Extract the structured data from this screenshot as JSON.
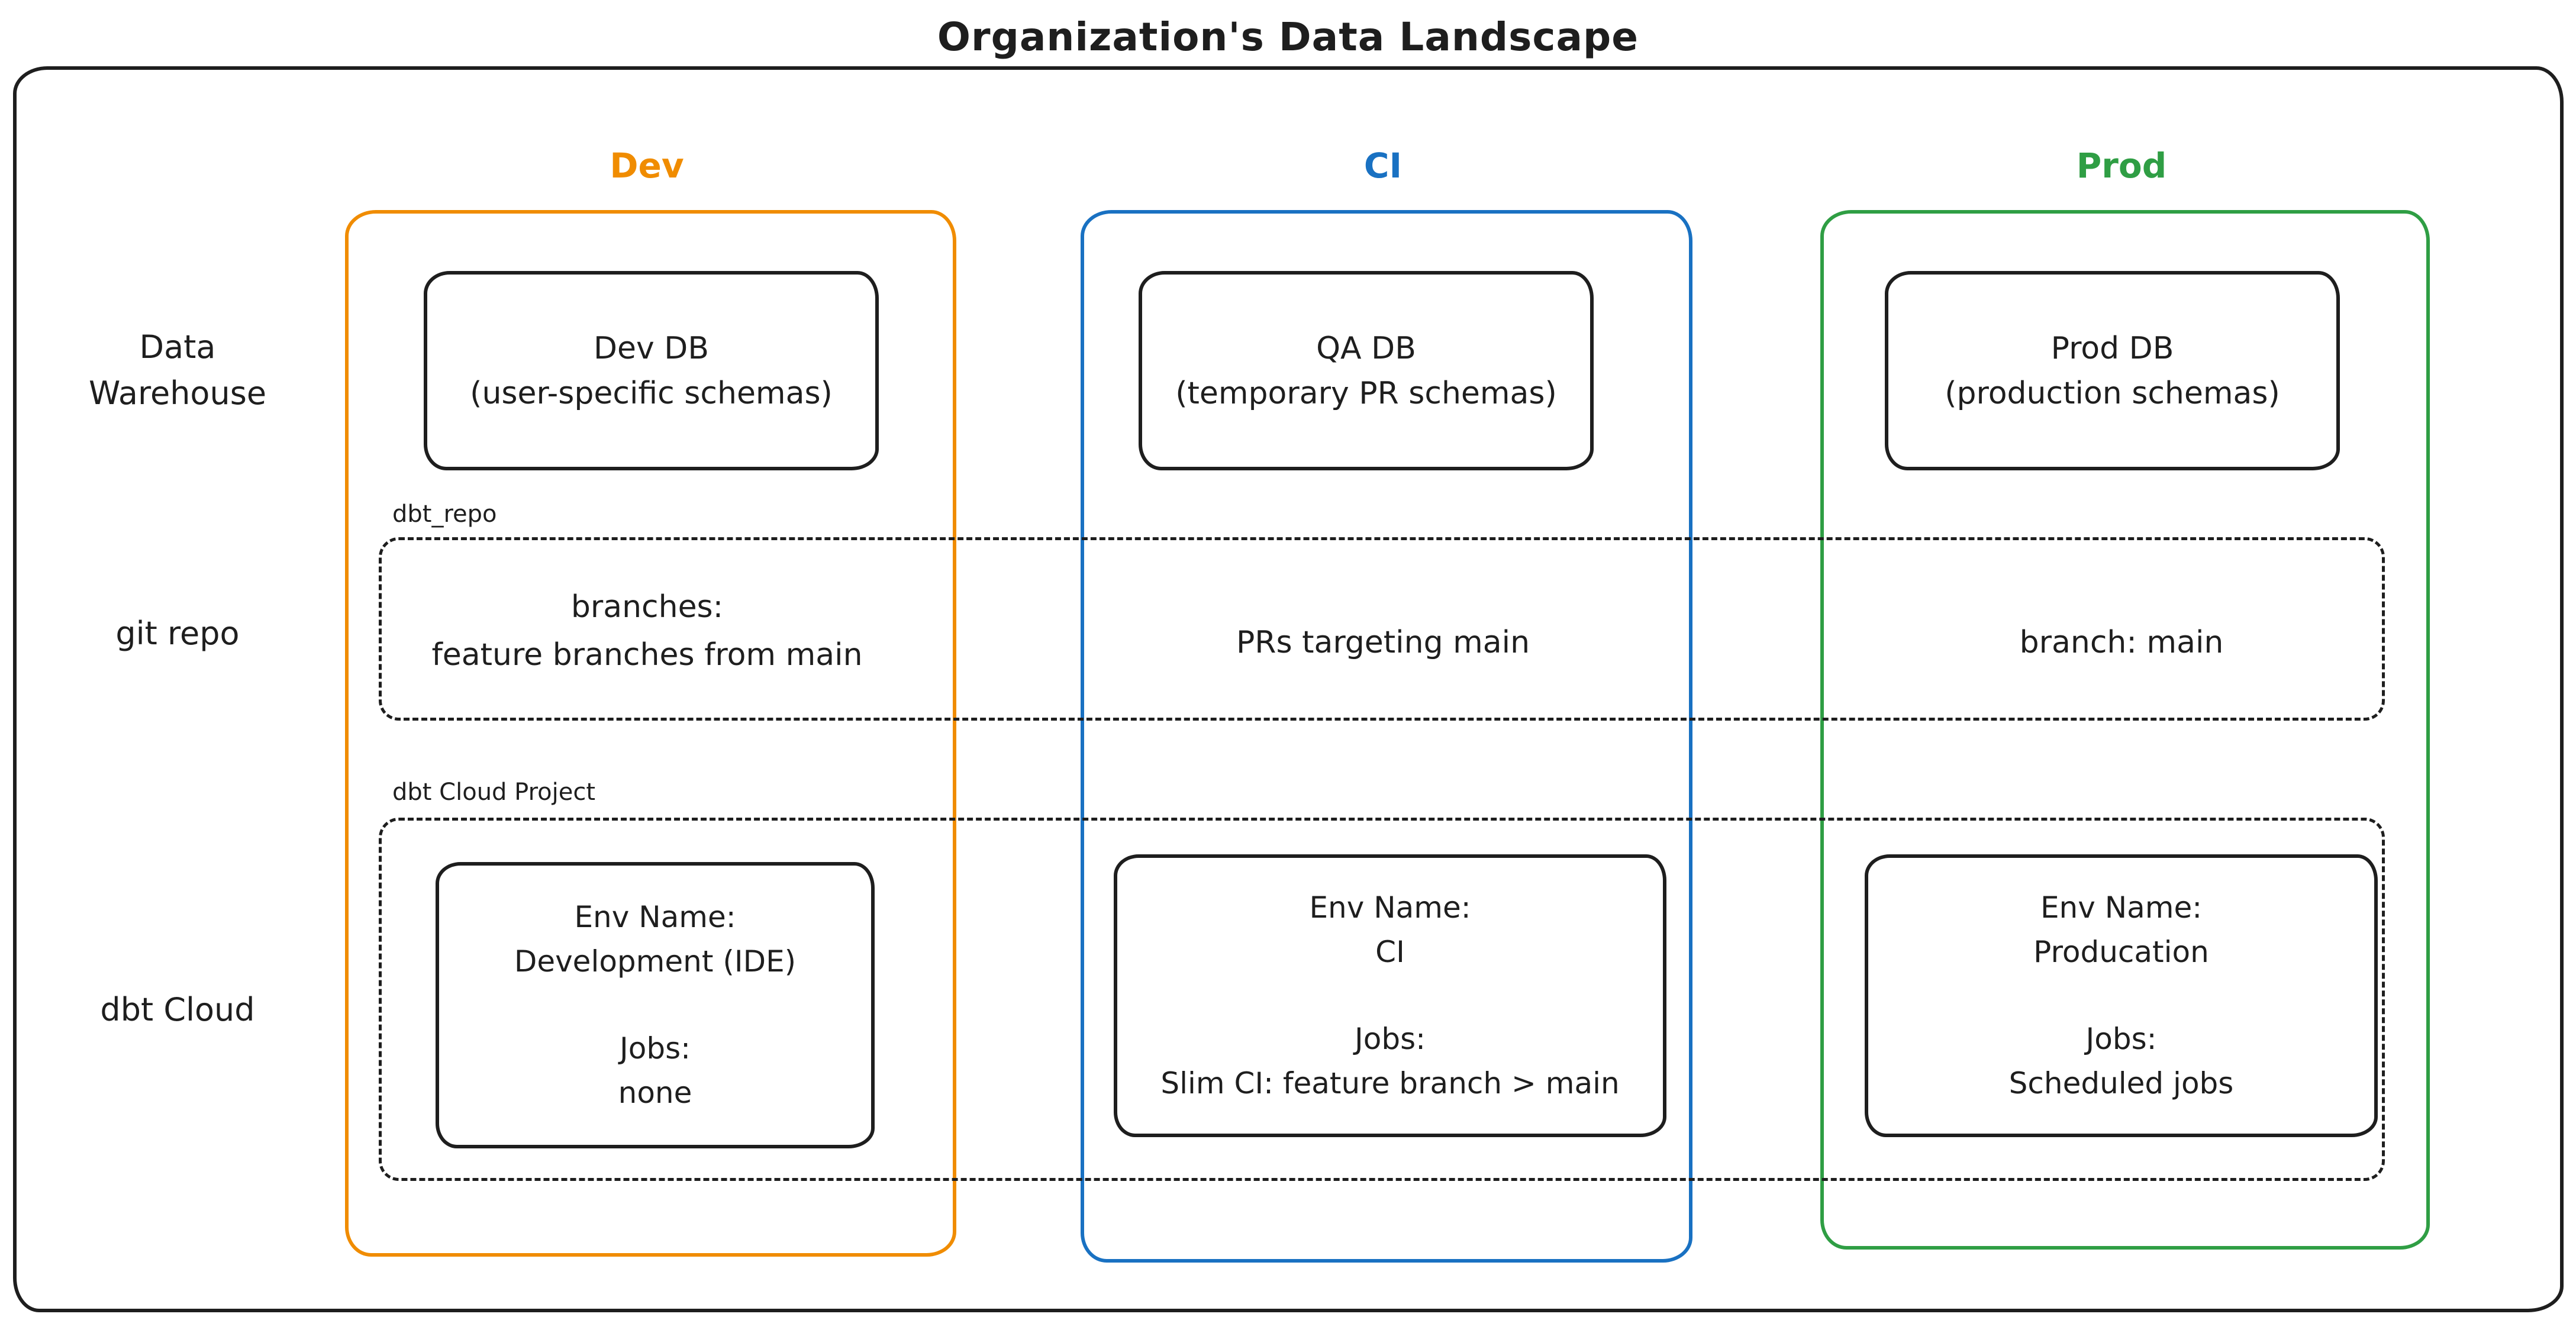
{
  "title": "Organization's Data Landscape",
  "ink_color": "#1e1e1e",
  "row_labels": [
    {
      "id": "data-warehouse",
      "label": "Data\nWarehouse"
    },
    {
      "id": "git-repo",
      "label": "git repo"
    },
    {
      "id": "dbt-cloud",
      "label": "dbt Cloud"
    }
  ],
  "overlays": {
    "git_repo_box_label": "dbt_repo",
    "dbt_cloud_box_label": "dbt Cloud Project"
  },
  "columns": [
    {
      "id": "dev",
      "header": "Dev",
      "color": "#f08c00",
      "db_box": {
        "title": "Dev DB",
        "subtitle": "(user-specific schemas)"
      },
      "git_text": "branches:\nfeature branches from main",
      "env_box": {
        "env_label": "Env Name:",
        "env_name": "Development (IDE)",
        "jobs_label": "Jobs:",
        "jobs_value": "none"
      }
    },
    {
      "id": "ci",
      "header": "CI",
      "color": "#1971c2",
      "db_box": {
        "title": "QA DB",
        "subtitle": "(temporary PR schemas)"
      },
      "git_text": "PRs targeting main",
      "env_box": {
        "env_label": "Env Name:",
        "env_name": "CI",
        "jobs_label": "Jobs:",
        "jobs_value": "Slim CI: feature branch > main"
      }
    },
    {
      "id": "prod",
      "header": "Prod",
      "color": "#2f9e44",
      "db_box": {
        "title": "Prod DB",
        "subtitle": "(production schemas)"
      },
      "git_text": "branch: main",
      "env_box": {
        "env_label": "Env Name:",
        "env_name": "Producation",
        "jobs_label": "Jobs:",
        "jobs_value": "Scheduled jobs"
      }
    }
  ]
}
